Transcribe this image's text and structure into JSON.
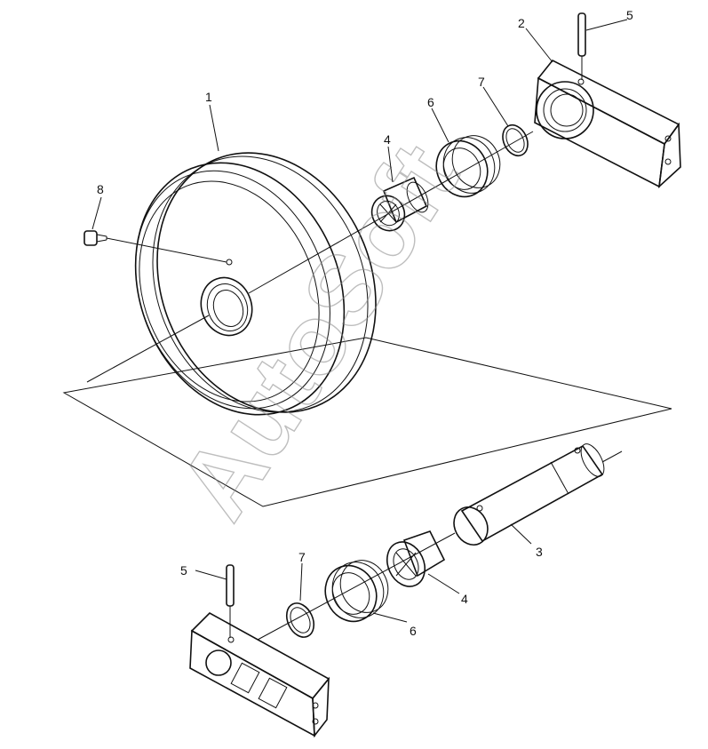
{
  "watermark": "AutoSoft",
  "callouts": {
    "c1": "1",
    "c2": "2",
    "c3": "3",
    "c4a": "4",
    "c4b": "4",
    "c5a": "5",
    "c5b": "5",
    "c6a": "6",
    "c6b": "6",
    "c7a": "7",
    "c7b": "7",
    "c8": "8"
  }
}
